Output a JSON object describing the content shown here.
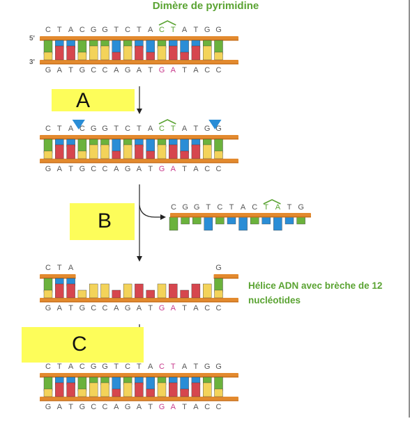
{
  "title": "Dimère de pyrimidine",
  "strand_ends": {
    "five_prime": "5'",
    "three_prime": "3'"
  },
  "steps": [
    {
      "label": "A"
    },
    {
      "label": "B"
    },
    {
      "label": "C"
    }
  ],
  "gap_note": "Hélice ADN avec brèche de 12 nucléotides",
  "sequences": {
    "top": [
      "C",
      "T",
      "A",
      "C",
      "G",
      "G",
      "T",
      "C",
      "T",
      "A",
      "C",
      "T",
      "A",
      "T",
      "G",
      "G"
    ],
    "bottom": [
      "G",
      "A",
      "T",
      "G",
      "C",
      "C",
      "A",
      "G",
      "A",
      "T",
      "G",
      "A",
      "T",
      "A",
      "C",
      "C"
    ],
    "excised": [
      "C",
      "G",
      "G",
      "T",
      "C",
      "T",
      "A",
      "C",
      "T",
      "A",
      "T",
      "G"
    ],
    "gapped_top_left": [
      "C",
      "T",
      "A"
    ],
    "gapped_top_right": [
      "G"
    ]
  },
  "colors": {
    "backbone": "#e38a2e",
    "backbone_dark": "#c96f18",
    "base_green": "#6bb23c",
    "base_blue": "#2a8dd6",
    "base_yellow": "#f3d35a",
    "base_red": "#d6464e",
    "highlight": "#fdfd5a",
    "dimer_text": "#5aa332",
    "damage_letter": "#c83a8c",
    "cut_marker": "#2a8dd6",
    "letter": "#555555"
  }
}
